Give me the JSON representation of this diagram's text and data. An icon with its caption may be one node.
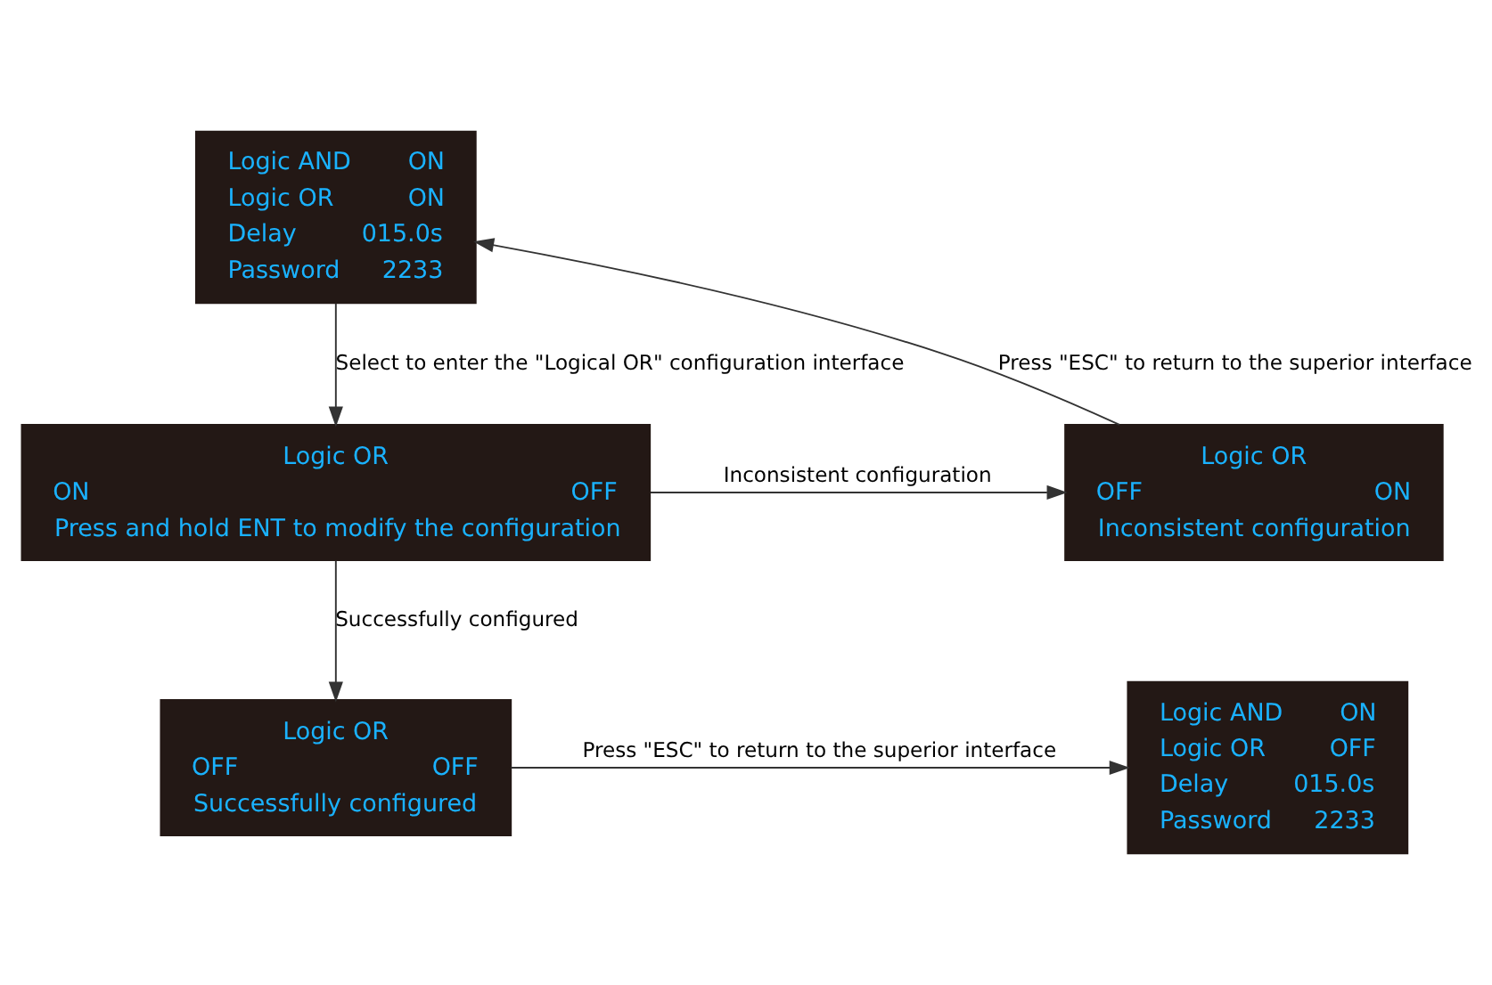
{
  "diagram": {
    "nodes": [
      {
        "text": [
          "Logic AND",
          "ON",
          "Logic OR",
          "ON",
          "Delay",
          "015.0s",
          "Password",
          "2233"
        ]
      },
      {
        "text": [
          "Logic OR",
          "ON",
          "OFF",
          "Press and hold ENT to modify the configuration"
        ]
      },
      {
        "text": [
          "Logic OR",
          "OFF",
          "ON",
          "Inconsistent configuration"
        ]
      },
      {
        "text": [
          "Logic OR",
          "OFF",
          "OFF",
          "Successfully configured"
        ]
      },
      {
        "text": [
          "Logic AND",
          "ON",
          "Logic OR",
          "OFF",
          "Delay",
          "015.0s",
          "Password",
          "2233"
        ]
      }
    ],
    "edges": [
      {
        "from": 0,
        "to": 1,
        "arrow": "to",
        "label": "Select to enter the \"Logical OR\" configuration interface"
      },
      {
        "from": 1,
        "to": 2,
        "arrow": "to",
        "label": "Inconsistent configuration"
      },
      {
        "from": 2,
        "to": 0,
        "arrow": "to",
        "label": "Press \"ESC\" to return to the superior interface"
      },
      {
        "from": 1,
        "to": 3,
        "arrow": "to",
        "label": "Successfully configured"
      },
      {
        "from": 3,
        "to": 4,
        "arrow": "to",
        "label": "Press \"ESC\" to return to the superior interface"
      }
    ]
  }
}
